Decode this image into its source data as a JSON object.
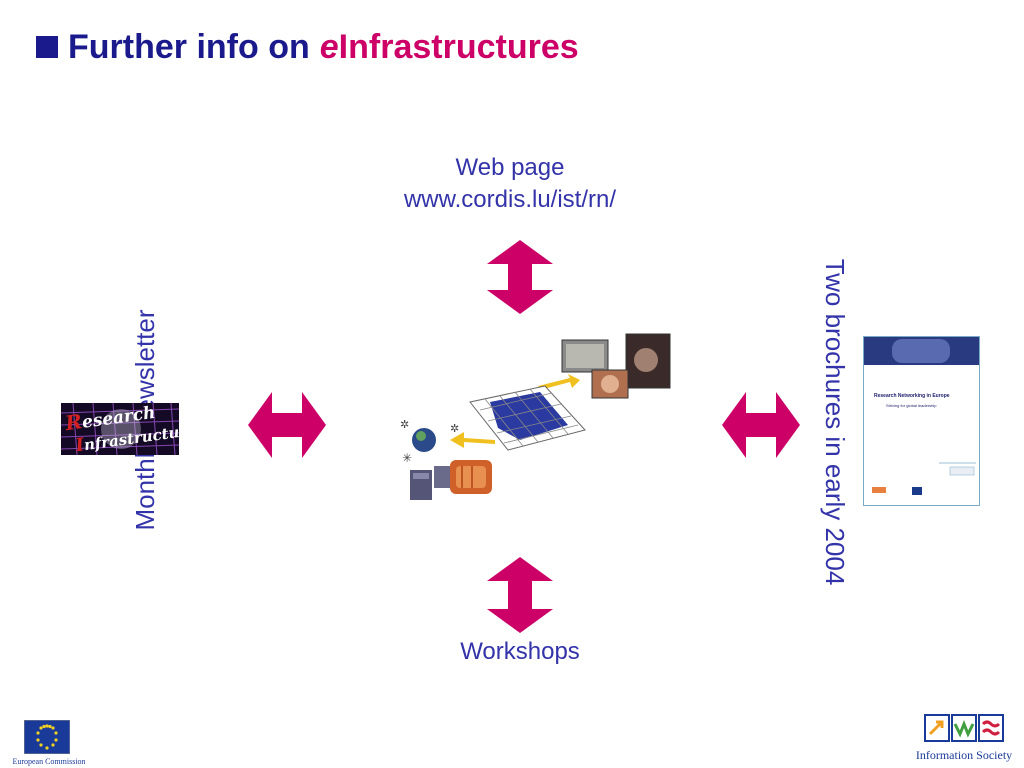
{
  "title": {
    "prefix": "Further info on",
    "e": "e",
    "suffix": "Infrastructures"
  },
  "web": {
    "line1": "Web page",
    "line2": "www.cordis.lu/ist/rn/"
  },
  "workshops": "Workshops",
  "newsletter": "Monthly Newsletter",
  "brochures": "Two brochures in early 2004",
  "ri_logo": {
    "line1": "esearch",
    "line2": "nfrastructure",
    "initial1": "R",
    "initial2": "I"
  },
  "brochure": {
    "title": "Research Networking in Europe",
    "subtitle": "Striving for global leadership"
  },
  "footer": {
    "left": "European Commission",
    "right": "Information Society"
  },
  "colors": {
    "title": "#1a1a8c",
    "accent": "#cc0066",
    "text": "#3333aa"
  }
}
